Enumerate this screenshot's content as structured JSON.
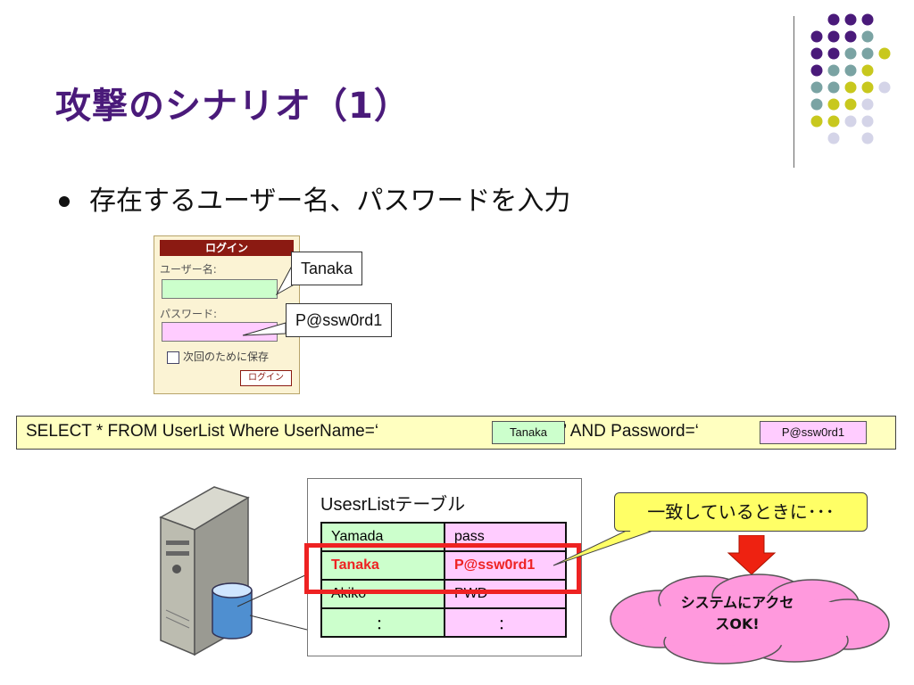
{
  "slide": {
    "title": "攻撃のシナリオ（1）",
    "bullet": "存在するユーザー名、パスワードを入力"
  },
  "login_form": {
    "header": "ログイン",
    "username_label": "ユーザー名:",
    "password_label": "パスワード:",
    "remember_label": "次回のために保存",
    "button_label": "ログイン"
  },
  "callouts": {
    "username": "Tanaka",
    "password": "P@ssw0rd1"
  },
  "sql": {
    "part1": "SELECT * FROM UserList Where UserName=‘",
    "username_value": "Tanaka",
    "part2": "’ AND Password=‘",
    "password_value": "P@ssw0rd1"
  },
  "table": {
    "title": "UsesrListテーブル",
    "rows": [
      {
        "user": "Yamada",
        "pass": "pass"
      },
      {
        "user": "Tanaka",
        "pass": "P@ssw0rd1"
      },
      {
        "user": "Akiko",
        "pass": "PWD"
      },
      {
        "user": "：",
        "pass": "："
      }
    ]
  },
  "speech_bubble": "一致しているときに･･･",
  "result_cloud": {
    "line1": "システムにアクセ",
    "line2": "スOK!"
  },
  "colors": {
    "title": "#4a1a7a",
    "highlight": "#ee2222",
    "sql_bg": "#ffffc0",
    "user_cell": "#ccffcc",
    "pass_cell": "#ffccff",
    "cloud": "#ff99dd",
    "arrow": "#ee2211"
  }
}
